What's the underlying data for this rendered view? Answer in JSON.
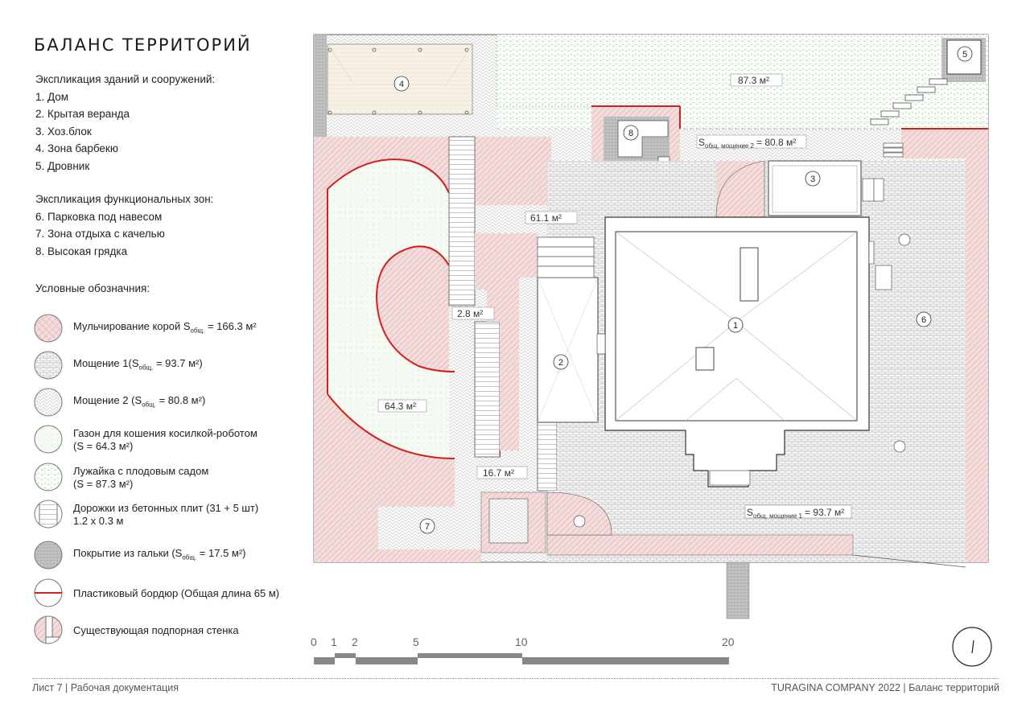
{
  "title": "БАЛАНС ТЕРРИТОРИЙ",
  "buildings": {
    "heading": "Экспликация зданий и сооружений:",
    "items": [
      "1. Дом",
      "2. Крытая веранда",
      "3. Хоз.блок",
      "4. Зона барбекю",
      "5. Дровник"
    ]
  },
  "zones": {
    "heading": "Экспликация функциональных зон:",
    "items": [
      "6. Парковка под навесом",
      "7. Зона отдыха с качелью",
      "8. Высокая грядка"
    ]
  },
  "legend": {
    "heading": "Условные обозначния:",
    "items": [
      {
        "icon": "mulch-pattern-icon",
        "line1": "Мульчирование корой S",
        "sub": "общ.",
        "rest": " = 166.3 м²",
        "line2": ""
      },
      {
        "icon": "paving-1-pattern-icon",
        "line1": "Мощение 1(S",
        "sub": "общ.",
        "rest": " = 93.7 м²)",
        "line2": ""
      },
      {
        "icon": "paving-2-pattern-icon",
        "line1": "Мощение 2 (S",
        "sub": "общ.",
        "rest": " = 80.8 м²)",
        "line2": ""
      },
      {
        "icon": "robot-lawn-pattern-icon",
        "line1": "Газон для кошения косилкой-роботом",
        "sub": "",
        "rest": "",
        "line2": "(S = 64.3 м²)"
      },
      {
        "icon": "orchard-lawn-pattern-icon",
        "line1": "Лужайка с плодовым садом",
        "sub": "",
        "rest": "",
        "line2": "(S = 87.3 м²)"
      },
      {
        "icon": "concrete-slab-path-icon",
        "line1": "Дорожки из бетонных плит (31 + 5 шт)",
        "sub": "",
        "rest": "",
        "line2": "1.2 x 0.3 м"
      },
      {
        "icon": "pebble-cover-icon",
        "line1": "Покрытие из гальки (S",
        "sub": "общ.",
        "rest": " = 17.5 м²)",
        "line2": ""
      },
      {
        "icon": "plastic-border-icon",
        "line1": "Пластиковый бордюр (Общая длина 65 м)",
        "sub": "",
        "rest": "",
        "line2": ""
      },
      {
        "icon": "retaining-wall-icon",
        "line1": "Существующая подпорная стенка",
        "sub": "",
        "rest": "",
        "line2": ""
      }
    ]
  },
  "plan": {
    "areas": {
      "orchard": "87.3 м²",
      "paving2_prefix": "S",
      "paving2_sub": "общ. мощение 2",
      "paving2_value": "= 80.8 м²",
      "center": "61.1 м²",
      "small": "2.8 м²",
      "lawn": "64.3 м²",
      "path": "16.7 м²",
      "paving1_prefix": "S",
      "paving1_sub": "общ. мощение 1",
      "paving1_value": "= 93.7 м²"
    },
    "markers": [
      "1",
      "2",
      "3",
      "4",
      "5",
      "6",
      "7",
      "8"
    ]
  },
  "scale": {
    "labels": [
      "0",
      "1",
      "2",
      "5",
      "10",
      "20"
    ]
  },
  "footer": {
    "left": "Лист 7  |  Рабочая документация",
    "right": "TURAGINA COMPANY 2022  |  Баланс территорий"
  },
  "colors": {
    "mulch": "#f3dcdc",
    "mulch_hatch": "#d98f8f",
    "border_red": "#d42020",
    "paving": "#b8b8b8",
    "lawn_green": "#55a955",
    "pebble": "#bdbdbd"
  }
}
